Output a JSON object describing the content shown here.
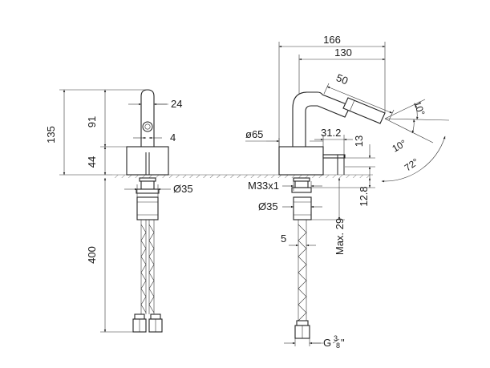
{
  "drawing": {
    "colors": {
      "ink": "#222222",
      "background": "#ffffff",
      "hatch": "#555555"
    },
    "dimensions": {
      "d166": "166",
      "d130": "130",
      "d50": "50",
      "d24": "24",
      "d91": "91",
      "d135": "135",
      "d4": "4",
      "d65": "ø65",
      "d31_2": "31.2",
      "d13": "13",
      "d44": "44",
      "d35a": "Ø35",
      "m33": "M33x1",
      "d35b": "Ø35",
      "d12_8": "12.8",
      "max29": "Max. 29",
      "d400": "400",
      "d5": "5",
      "g38_g": "G",
      "g38_num": "3",
      "g38_den": "8",
      "g38_q": "\"",
      "a10a": "10°",
      "a10b": "10°",
      "a72": "72°"
    }
  }
}
